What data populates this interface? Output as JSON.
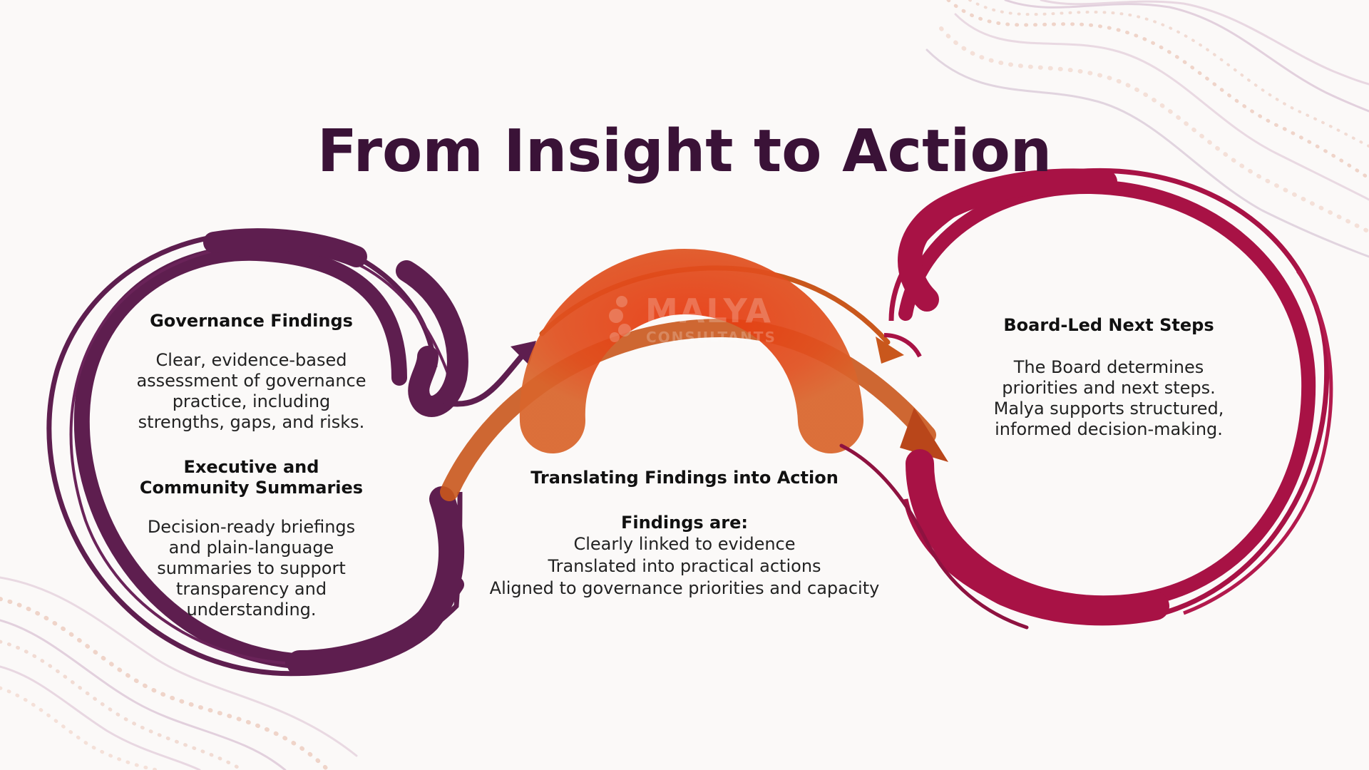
{
  "title": "From Insight to Action",
  "watermark": {
    "name": "MALYA",
    "subtitle": "CONSULTANTS"
  },
  "governance": {
    "heading": "Governance Findings",
    "lines": [
      "Clear, evidence-based",
      "assessment of governance",
      "practice, including",
      "strengths, gaps, and risks."
    ]
  },
  "summaries": {
    "heading_lines": [
      "Executive and",
      "Community Summaries"
    ],
    "lines": [
      "Decision-ready briefings",
      "and plain-language",
      "summaries to support",
      "transparency and",
      "understanding."
    ]
  },
  "translating": {
    "heading": "Translating Findings into Action",
    "subheading": "Findings are:",
    "lines": [
      "Clearly linked to evidence",
      "Translated into practical actions",
      "Aligned to governance priorities and capacity"
    ]
  },
  "board": {
    "heading": "Board-Led Next Steps",
    "lines": [
      "The Board determines",
      "priorities and next steps.",
      "Malya supports structured,",
      "informed decision-making."
    ]
  },
  "colors": {
    "background": "#fbf9f8",
    "title": "#3a1237",
    "left_loop": "#5e1e4f",
    "middle_arc": "#e0441a",
    "middle_arrow": "#c9571c",
    "right_loop": "#a81245",
    "text": "#1a1a1a"
  }
}
